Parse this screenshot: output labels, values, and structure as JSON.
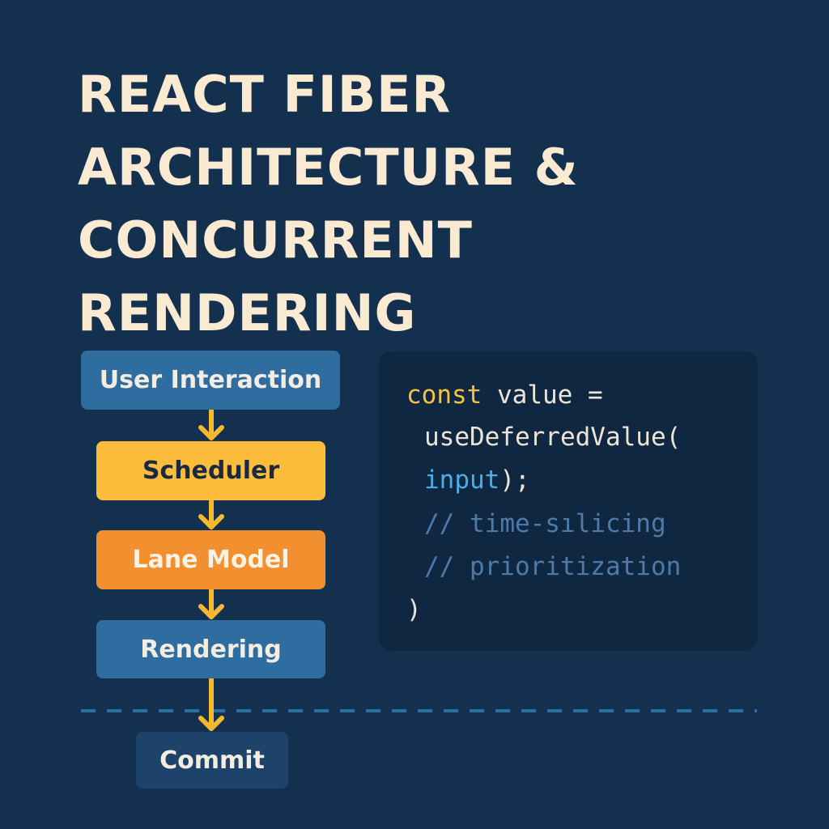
{
  "title": {
    "lines": [
      "REACT FIBER",
      "ARCHITECTURE &",
      "CONCURRENT",
      "RENDERING"
    ]
  },
  "flow": {
    "steps": [
      "User Interaction",
      "Scheduler",
      "Lane Model",
      "Rendering",
      "Commit"
    ]
  },
  "code": {
    "line1_keyword": "const",
    "line1_rest": " value =",
    "line2": "useDeferredValue(",
    "line3_param": "input",
    "line3_rest": ");",
    "line4": "// time-sılicing",
    "line5": "// prioritization",
    "line6": ")"
  },
  "colors": {
    "background": "#14304f",
    "title": "#fbead2",
    "blue_box": "#2f6da0",
    "yellow_box": "#fcbd3c",
    "orange_box": "#f28f2f",
    "commit_box": "#1d436b",
    "arrow": "#f5b82e",
    "divider": "#2f6da0",
    "keyword": "#f5c344",
    "param": "#4aaee6",
    "comment": "#4d7aa8"
  }
}
